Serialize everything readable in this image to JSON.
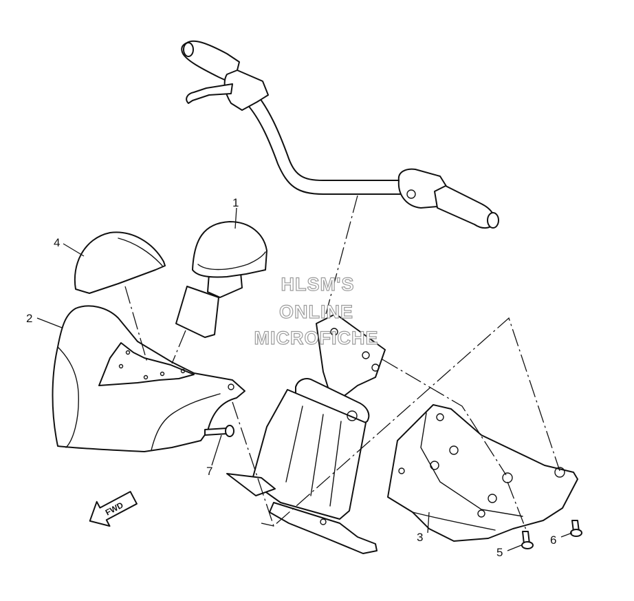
{
  "callouts": [
    {
      "id": "1",
      "label": "1"
    },
    {
      "id": "2",
      "label": "2"
    },
    {
      "id": "3",
      "label": "3"
    },
    {
      "id": "4",
      "label": "4"
    },
    {
      "id": "5",
      "label": "5"
    },
    {
      "id": "6",
      "label": "6"
    },
    {
      "id": "7",
      "label": "7"
    }
  ],
  "watermark": [
    "HLSM'S",
    "ONLINE",
    "MICROFICHE"
  ],
  "direction_arrow": "FWD"
}
